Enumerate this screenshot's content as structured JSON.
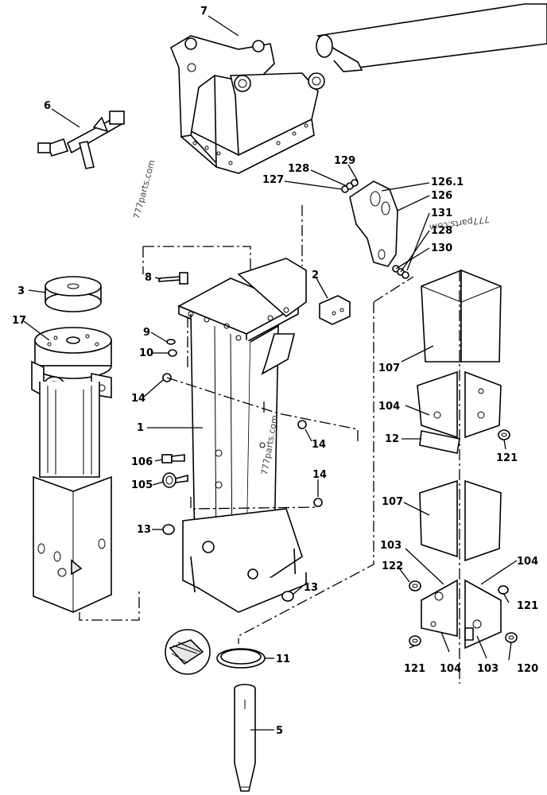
{
  "callouts": {
    "c7": "7",
    "c6": "6",
    "c129": "129",
    "c128a": "128",
    "c127": "127",
    "c126_1": "126.1",
    "c126": "126",
    "c131": "131",
    "c128b": "128",
    "c130": "130",
    "c3": "3",
    "c17": "17",
    "c8": "8",
    "c2": "2",
    "c9": "9",
    "c10": "10",
    "c14a": "14",
    "c1": "1",
    "c14b": "14",
    "c106": "106",
    "c105": "105",
    "c14c": "14",
    "c13a": "13",
    "c13b": "13",
    "c11": "11",
    "c5": "5",
    "c107a": "107",
    "c104a": "104",
    "c12": "12",
    "c121a": "121",
    "c107b": "107",
    "c103a": "103",
    "c104b": "104",
    "c122": "122",
    "c121b": "121",
    "c121c": "121",
    "c104c": "104",
    "c103b": "103",
    "c120": "120"
  },
  "watermarks": {
    "w1": "777parts.com",
    "w2": "777parts.com",
    "w3": "777parts.com"
  },
  "colors": {
    "line": "#000000",
    "background": "#ffffff"
  }
}
